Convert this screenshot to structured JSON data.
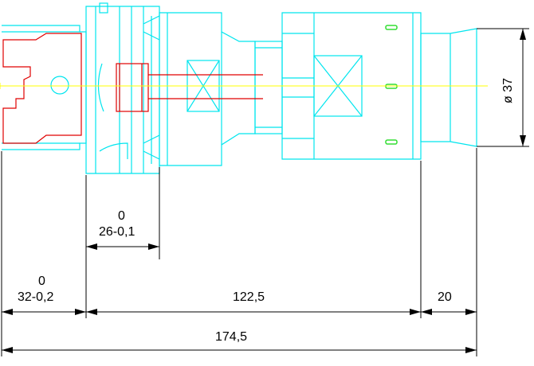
{
  "dimensions": {
    "d_total": "174,5",
    "d_mid": "122,5",
    "d_right": "20",
    "d_left_main": "32-0,2",
    "d_left_tol": "0",
    "d_inner_main": "26-0,1",
    "d_inner_tol": "0",
    "d_diameter": "ø 37"
  },
  "colors": {
    "outline": "#00e5ee",
    "clamp": "#e00000",
    "centerline": "#ffff00",
    "dimension": "#000000",
    "marker": "#33dd33"
  }
}
